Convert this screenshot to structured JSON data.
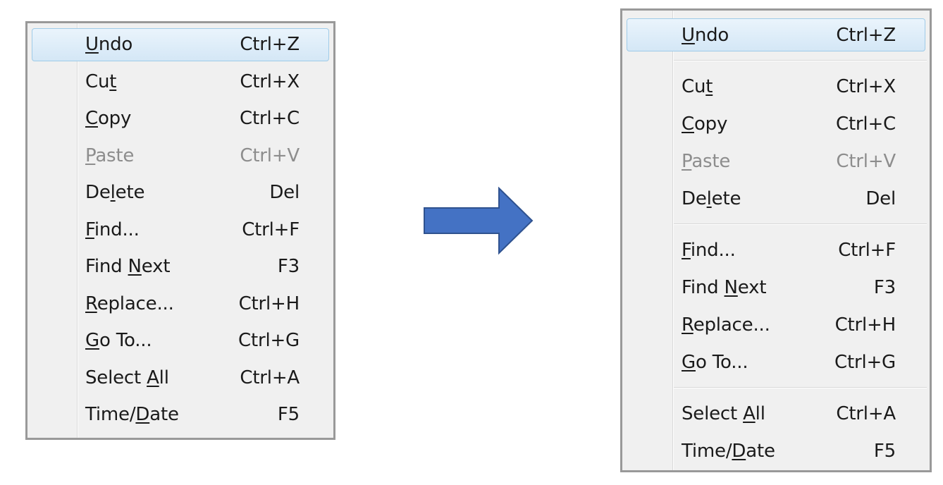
{
  "colors": {
    "menu_background": "#f0f0f0",
    "menu_border": "#999999",
    "highlight": "#d4e7f6",
    "disabled_text": "#8d8d8d",
    "arrow_fill": "#4472c4",
    "arrow_stroke": "#2f528f"
  },
  "arrow_icon": "right-arrow-icon",
  "before_menu": {
    "items": [
      {
        "pre": "",
        "u": "U",
        "post": "ndo",
        "shortcut": "Ctrl+Z",
        "state": "highlight"
      },
      {
        "pre": "Cu",
        "u": "t",
        "post": "",
        "shortcut": "Ctrl+X",
        "state": "normal"
      },
      {
        "pre": "",
        "u": "C",
        "post": "opy",
        "shortcut": "Ctrl+C",
        "state": "normal"
      },
      {
        "pre": "",
        "u": "P",
        "post": "aste",
        "shortcut": "Ctrl+V",
        "state": "disabled"
      },
      {
        "pre": "De",
        "u": "l",
        "post": "ete",
        "shortcut": "Del",
        "state": "normal"
      },
      {
        "pre": "",
        "u": "F",
        "post": "ind...",
        "shortcut": "Ctrl+F",
        "state": "normal"
      },
      {
        "pre": "Find ",
        "u": "N",
        "post": "ext",
        "shortcut": "F3",
        "state": "normal"
      },
      {
        "pre": "",
        "u": "R",
        "post": "eplace...",
        "shortcut": "Ctrl+H",
        "state": "normal"
      },
      {
        "pre": "",
        "u": "G",
        "post": "o To...",
        "shortcut": "Ctrl+G",
        "state": "normal"
      },
      {
        "pre": "Select ",
        "u": "A",
        "post": "ll",
        "shortcut": "Ctrl+A",
        "state": "normal"
      },
      {
        "pre": "Time/",
        "u": "D",
        "post": "ate",
        "shortcut": "F5",
        "state": "normal"
      }
    ]
  },
  "after_menu": {
    "items": [
      {
        "pre": "",
        "u": "U",
        "post": "ndo",
        "shortcut": "Ctrl+Z",
        "state": "highlight",
        "separator_after": true
      },
      {
        "pre": "Cu",
        "u": "t",
        "post": "",
        "shortcut": "Ctrl+X",
        "state": "normal"
      },
      {
        "pre": "",
        "u": "C",
        "post": "opy",
        "shortcut": "Ctrl+C",
        "state": "normal"
      },
      {
        "pre": "",
        "u": "P",
        "post": "aste",
        "shortcut": "Ctrl+V",
        "state": "disabled"
      },
      {
        "pre": "De",
        "u": "l",
        "post": "ete",
        "shortcut": "Del",
        "state": "normal",
        "separator_after": true
      },
      {
        "pre": "",
        "u": "F",
        "post": "ind...",
        "shortcut": "Ctrl+F",
        "state": "normal"
      },
      {
        "pre": "Find ",
        "u": "N",
        "post": "ext",
        "shortcut": "F3",
        "state": "normal"
      },
      {
        "pre": "",
        "u": "R",
        "post": "eplace...",
        "shortcut": "Ctrl+H",
        "state": "normal"
      },
      {
        "pre": "",
        "u": "G",
        "post": "o To...",
        "shortcut": "Ctrl+G",
        "state": "normal",
        "separator_after": true
      },
      {
        "pre": "Select ",
        "u": "A",
        "post": "ll",
        "shortcut": "Ctrl+A",
        "state": "normal"
      },
      {
        "pre": "Time/",
        "u": "D",
        "post": "ate",
        "shortcut": "F5",
        "state": "normal"
      }
    ]
  }
}
